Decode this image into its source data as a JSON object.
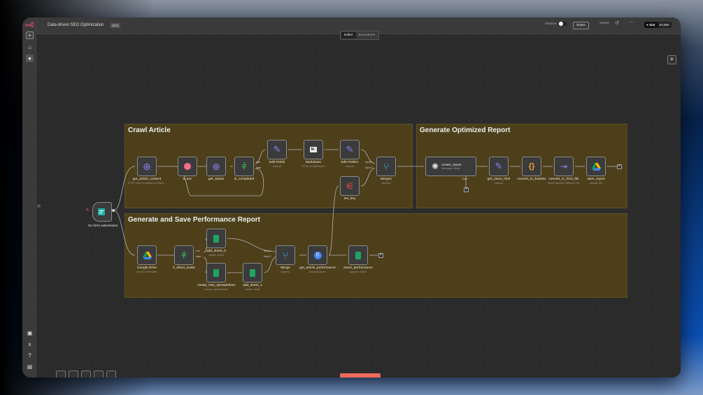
{
  "app": {
    "title": "Data-driven SEO Optimization",
    "tag": "SEO"
  },
  "tabs": [
    {
      "label": "Editor",
      "active": true
    },
    {
      "label": "Executions",
      "active": false
    }
  ],
  "header": {
    "status_label": "Inactive",
    "share_label": "Share",
    "saved_label": "Saved",
    "star_label": "Star",
    "star_count": "83,950"
  },
  "sidebar": {
    "icons": [
      "add-icon",
      "home-icon",
      "user-icon",
      "templates-icon",
      "variables-icon",
      "help-icon",
      "whats-new-icon"
    ]
  },
  "groups": [
    {
      "title": "Crawl Article"
    },
    {
      "title": "Generate Optimized Report"
    },
    {
      "title": "Generate and Save Performance Report"
    }
  ],
  "nodes": {
    "trigger": {
      "name": "On form submission"
    },
    "get_article_content": {
      "name": "get_article_content",
      "sub": "POST: http://crawl4ai:11235/cr..."
    },
    "five_sec": {
      "name": "5_sec"
    },
    "get_status": {
      "name": "get_status"
    },
    "is_completed": {
      "name": "is_completed",
      "true": "true",
      "false": "false"
    },
    "edit_fields": {
      "name": "Edit Fields",
      "sub": "manual"
    },
    "markdown": {
      "name": "Markdown",
      "sub": "HTML to Markdown"
    },
    "edit_fields1": {
      "name": "Edit Fields1",
      "sub": "manual"
    },
    "set_key": {
      "name": "set_key"
    },
    "merge1": {
      "name": "Merge1",
      "sub": "append",
      "in1": "Input 1",
      "in2": "Input 2"
    },
    "create_report": {
      "name": "create_report",
      "sub": "Message Model",
      "tools": "Tools"
    },
    "get_clean_html": {
      "name": "get_clean_html",
      "sub": "manual"
    },
    "convert_to_base64": {
      "name": "convert_to_base64"
    },
    "convert_to_html_file": {
      "name": "convert_to_html_file",
      "sub": "Move Base64 String to File"
    },
    "save_report": {
      "name": "save_report",
      "sub": "upload: file"
    },
    "google_drive": {
      "name": "Google Drive",
      "sub": "search: fileFolder"
    },
    "if_sheet_exists": {
      "name": "if_sheet_exists",
      "true": "true",
      "false": "false"
    },
    "add_sheet_0": {
      "name": "add_sheet_0",
      "sub": "create: sheet"
    },
    "create_new_spreadsheet": {
      "name": "create_new_spreadsheet",
      "sub": "create: spreadsheet"
    },
    "add_sheet_1": {
      "name": "add_sheet_1",
      "sub": "create: sheet"
    },
    "merge": {
      "name": "Merge",
      "sub": "append",
      "in1": "Input 1",
      "in2": "Input 2"
    },
    "get_article_performance": {
      "name": "get_article_performance",
      "sub": "executeQuery"
    },
    "insert_performance": {
      "name": "insert_performance",
      "sub": "append: sheet"
    }
  },
  "colors": {
    "accent": "#ef6a5a",
    "group_bg": "#4d3f1a",
    "canvas": "#2b2b2b"
  }
}
